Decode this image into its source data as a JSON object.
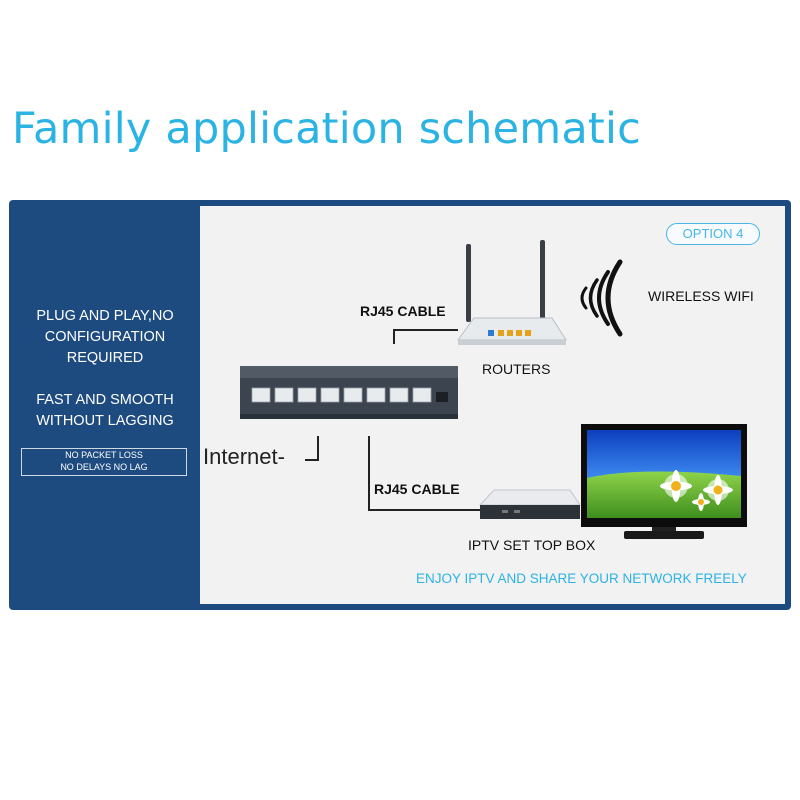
{
  "title": "Family application schematic",
  "sidebar": {
    "heading1": [
      "PLUG AND PLAY,NO",
      "CONFIGURATION REQUIRED"
    ],
    "heading2": [
      "FAST AND SMOOTH",
      "WITHOUT LAGGING"
    ],
    "box": [
      "NO PACKET LOSS",
      "NO DELAYS NO LAG"
    ]
  },
  "diagram": {
    "option_badge": "OPTION 4",
    "cable_top": "RJ45 CABLE",
    "cable_bottom": "RJ45 CABLE",
    "router_label": "ROUTERS",
    "wifi_label": "WIRELESS WIFI",
    "internet_label": "Internet-",
    "stb_label": "IPTV SET TOP BOX",
    "footer": "ENJOY IPTV AND SHARE YOUR NETWORK FREELY"
  },
  "colors": {
    "title": "#2bb3e4",
    "frame": "#1d4b80",
    "panel": "#f2f2f2"
  }
}
